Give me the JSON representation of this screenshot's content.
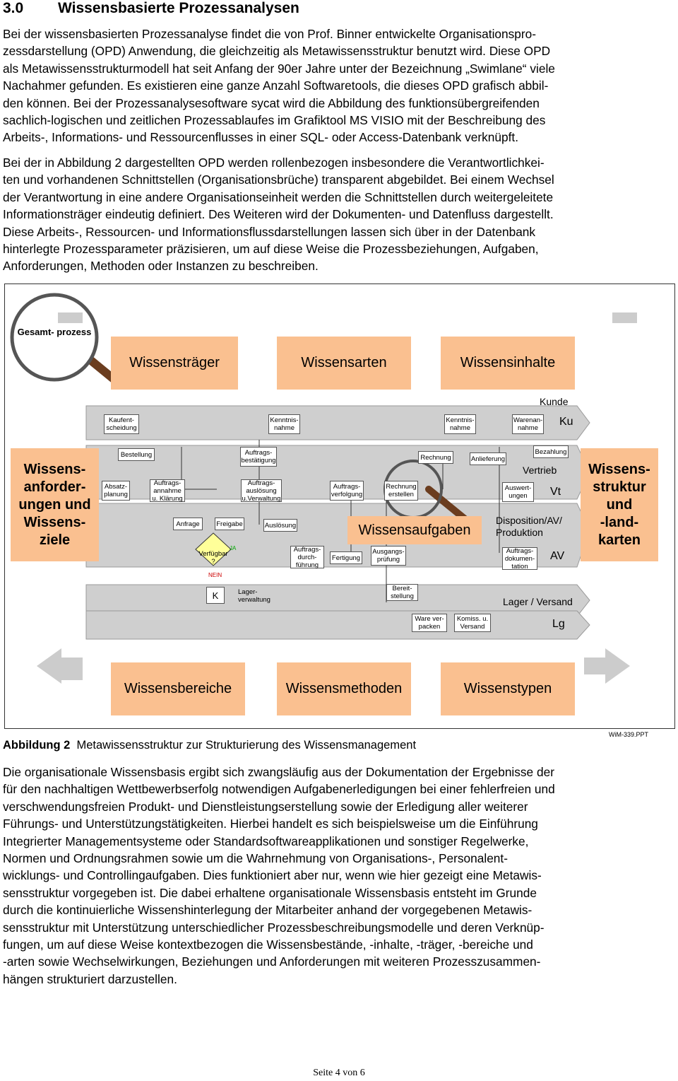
{
  "heading": {
    "number": "3.0",
    "title": "Wissensbasierte Prozessanalysen"
  },
  "paragraph1": [
    "Bei der wissensbasierten Prozessanalyse findet die von Prof. Binner entwickelte Organisationspro-",
    "zessdarstellung (OPD) Anwendung, die gleichzeitig als Metawissensstruktur benutzt wird. Diese OPD",
    "als Metawissensstrukturmodell hat seit Anfang der 90er Jahre unter der Bezeichnung „Swimlane“ viele",
    "Nachahmer gefunden. Es existieren eine ganze Anzahl Softwaretools, die dieses OPD grafisch abbil-",
    "den können. Bei der Prozessanalysesoftware sycat wird die Abbildung des funktionsübergreifenden",
    "sachlich-logischen und zeitlichen Prozessablaufes im Grafiktool MS VISIO mit der Beschreibung des",
    "Arbeits-, Informations- und Ressourcenflusses in einer SQL- oder Access-Datenbank verknüpft."
  ],
  "paragraph2": [
    "Bei der in Abbildung 2 dargestellten OPD werden rollenbezogen insbesondere die Verantwortlichkei-",
    "ten und vorhandenen Schnittstellen (Organisationsbrüche) transparent abgebildet. Bei einem Wechsel",
    "der Verantwortung in eine andere Organisationseinheit werden die Schnittstellen durch weitergeleitete",
    "Informationsträger eindeutig definiert. Des Weiteren wird der Dokumenten- und Datenfluss dargestellt.",
    "Diese Arbeits-, Ressourcen- und Informationsflussdarstellungen lassen sich über in der Datenbank",
    "hinterlegte Prozessparameter präzisieren, um auf diese Weise die Prozessbeziehungen, Aufgaben,",
    "Anforderungen, Methoden oder Instanzen zu beschreiben."
  ],
  "figure": {
    "gesamtprozess": "Gesamt-\nprozess",
    "top_boxes": [
      "Wissensträger",
      "Wissensarten",
      "Wissensinhalte"
    ],
    "left_box": "Wissens-\nanforder-\nungen und\nWissens-\nziele",
    "right_box": "Wissens-\nstruktur\nund\n-land-\nkarten",
    "center_box": "Wissensaufgaben",
    "bottom_boxes": [
      "Wissensbereiche",
      "Wissensmethoden",
      "Wissenstypen"
    ],
    "lane_labels": {
      "kunde": "Kunde",
      "ku": "Ku",
      "vertrieb": "Vertrieb",
      "vt": "Vt",
      "dispo": "Disposition/AV/\nProduktion",
      "av": "AV",
      "lager": "Lager / Versand",
      "lg": "Lg"
    },
    "steps": {
      "kaufentscheidung": "Kaufent-\nscheidung",
      "kenntnis1": "Kenntnis-\nnahme",
      "kenntnis2": "Kenntnis-\nnahme",
      "warenannahme": "Warenan-\nnahme",
      "bestellung": "Bestellung",
      "auftragsbest": "Auftrags-\nbestätigung",
      "rechnung": "Rechnung",
      "anlieferung": "Anlieferung",
      "bezahlung": "Bezahlung",
      "absatzplanung": "Absatz-\nplanung",
      "auftragsannahme": "Auftrags-\nannahme\nu. Klärung",
      "auftragsausloesung": "Auftrags-\nauslösung\nu.Verwaltung",
      "auftragsverfolgung": "Auftrags-\nverfolgung",
      "rechnungerstellen": "Rechnung\nerstellen",
      "auswertungen": "Auswert-\nungen",
      "anfrage": "Anfrage",
      "freigabe": "Freigabe",
      "ausloesung": "Auslösung",
      "verfuegbar": "Verfügbar\n?",
      "ja": "JA",
      "nein": "NEIN",
      "auftragsdurch": "Auftrags-\ndurch-\nführung",
      "fertigung": "Fertigung",
      "ausgangspruefung": "Ausgangs-\nprüfung",
      "auftragsdoku": "Auftrags-\ndokumen-\ntation",
      "k": "K",
      "lagerverwaltung": "Lager-\nverwaltung",
      "bereitstellung": "Bereit-\nstellung",
      "wareverpacken": "Ware ver-\npacken",
      "komiss": "Komiss. u.\nVersand"
    }
  },
  "caption": {
    "label": "Abbildung 2",
    "text": "Metawissensstruktur zur Strukturierung des Wissensmanagement"
  },
  "ppt_ref": "WiM-339.PPT",
  "paragraph3": [
    "Die organisationale Wissensbasis ergibt sich zwangsläufig aus der Dokumentation der Ergebnisse der",
    "für den nachhaltigen Wettbewerbserfolg notwendigen Aufgabenerledigungen bei einer fehlerfreien und",
    "verschwendungsfreien Produkt- und Dienstleistungserstellung sowie der Erledigung aller weiterer",
    "Führungs- und Unterstützungstätigkeiten. Hierbei handelt es sich beispielsweise um die Einführung",
    "Integrierter Managementsysteme oder Standardsoftwareapplikationen und sonstiger Regelwerke,",
    "Normen und Ordnungsrahmen sowie um die Wahrnehmung von Organisations-, Personalent-",
    "wicklungs- und Controllingaufgaben. Dies funktioniert aber nur, wenn wie hier gezeigt eine Metawis-",
    "sensstruktur vorgegeben ist. Die dabei erhaltene organisationale Wissensbasis entsteht im Grunde",
    "durch die kontinuierliche Wissenshinterlegung der Mitarbeiter anhand der vorgegebenen Metawis-",
    "sensstruktur mit Unterstützung unterschiedlicher Prozessbeschreibungsmodelle und deren Verknüp-",
    "fungen, um auf diese Weise kontextbezogen die Wissensbestände, -inhalte, -träger, -bereiche und",
    "-arten sowie Wechselwirkungen, Beziehungen und Anforderungen mit weiteren Prozesszusammen-",
    "hängen strukturiert darzustellen."
  ],
  "footer": "Seite 4 von 6"
}
